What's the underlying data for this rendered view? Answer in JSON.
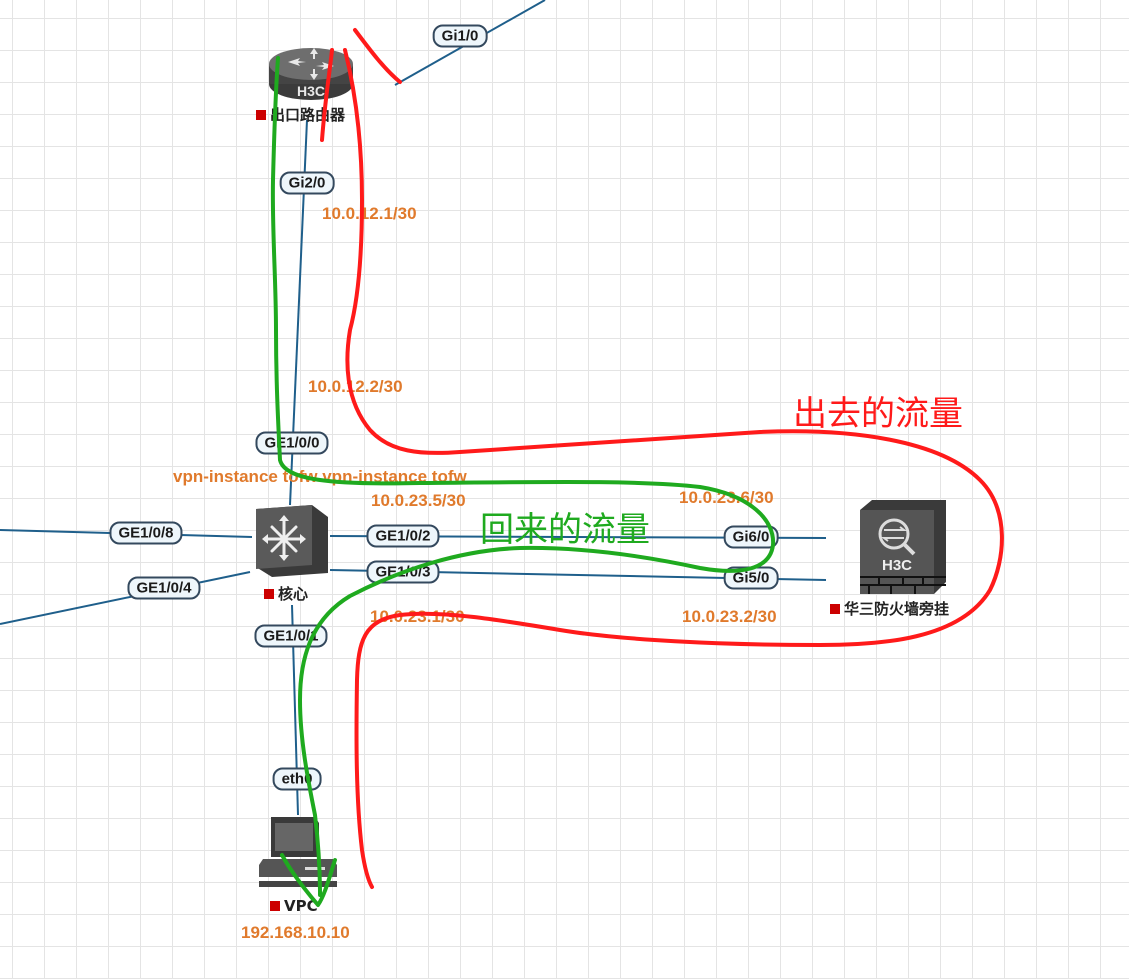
{
  "colors": {
    "link": "#1f5f8b",
    "ip_text": "#e07a2c",
    "status_square": "#cc0000",
    "outbound_path": "#ff1a1a",
    "return_path": "#1faa1f",
    "device_body": "#555555"
  },
  "devices": {
    "router": {
      "name": "出口路由器",
      "brand": "H3C",
      "icon": "router-icon"
    },
    "core": {
      "name": "核心",
      "icon": "switch-icon"
    },
    "firewall": {
      "name": "华三防火墙旁挂",
      "brand": "H3C",
      "icon": "firewall-icon"
    },
    "vpc": {
      "name": "VPC",
      "ip": "192.168.10.10",
      "icon": "pc-icon"
    }
  },
  "ports": {
    "router_gi1_0": "Gi1/0",
    "router_gi2_0": "Gi2/0",
    "core_ge1_0_0": "GE1/0/0",
    "core_ge1_0_8": "GE1/0/8",
    "core_ge1_0_4": "GE1/0/4",
    "core_ge1_0_2": "GE1/0/2",
    "core_ge1_0_3": "GE1/0/3",
    "core_ge1_0_1": "GE1/0/1",
    "fw_gi6_0": "Gi6/0",
    "fw_gi5_0": "Gi5/0",
    "vpc_eth0": "eth0"
  },
  "ip_labels": {
    "router_side": "10.0.12.1/30",
    "core_uplink": "10.0.12.2/30",
    "vpn_instance": "vpn-instance tofw  vpn-instance tofw",
    "core_to_fw_a": "10.0.23.5/30",
    "fw_side_a": "10.0.23.6/30",
    "core_to_fw_b": "10.0.23.1/30",
    "fw_side_b": "10.0.23.2/30"
  },
  "annotations": {
    "outbound_traffic": "出去的流量",
    "return_traffic": "回来的流量"
  }
}
